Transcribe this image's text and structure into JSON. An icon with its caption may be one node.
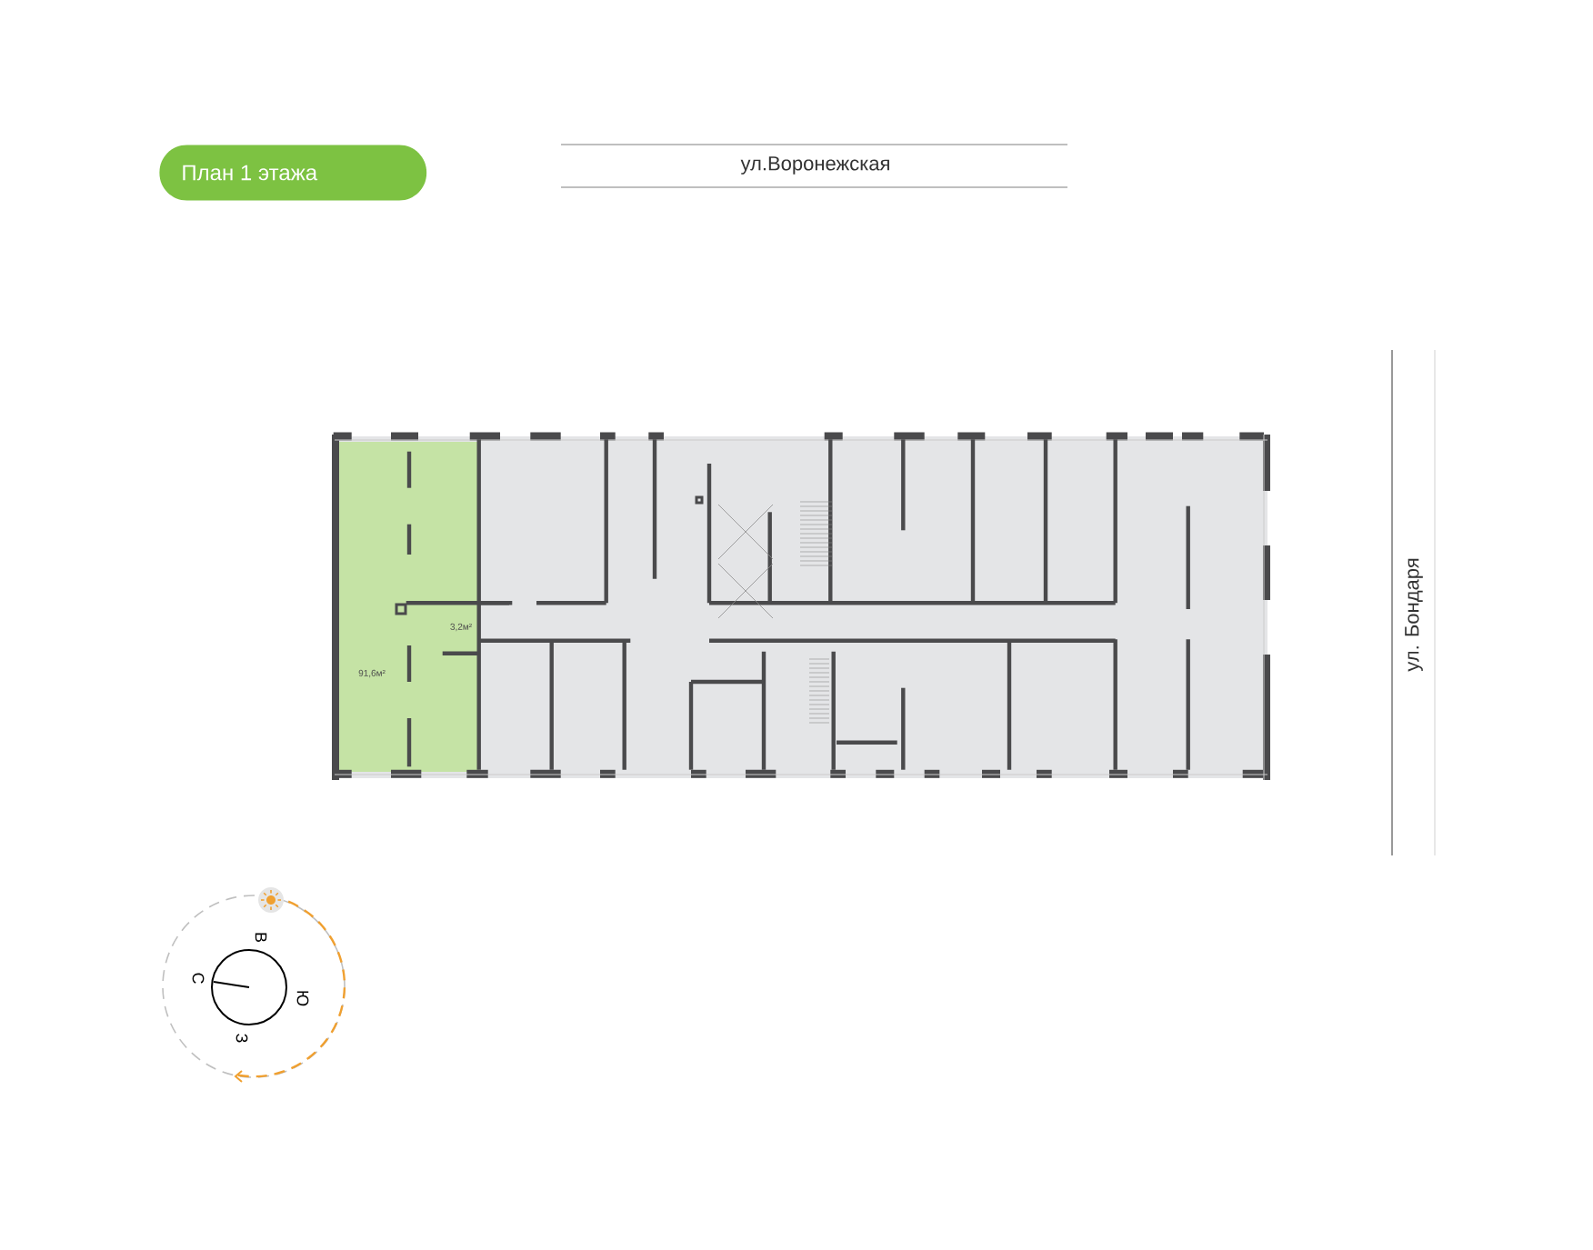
{
  "diagram": {
    "title": "План 1 этажа",
    "nodes": [
      {
        "text": [
          "91,6м²"
        ]
      },
      {
        "text": [
          "3,2м²"
        ],
        "in": 0
      }
    ],
    "labels": [
      "ул.Воронежская",
      "ул. Бондаря",
      "С",
      "В",
      "Ю",
      "З"
    ]
  }
}
